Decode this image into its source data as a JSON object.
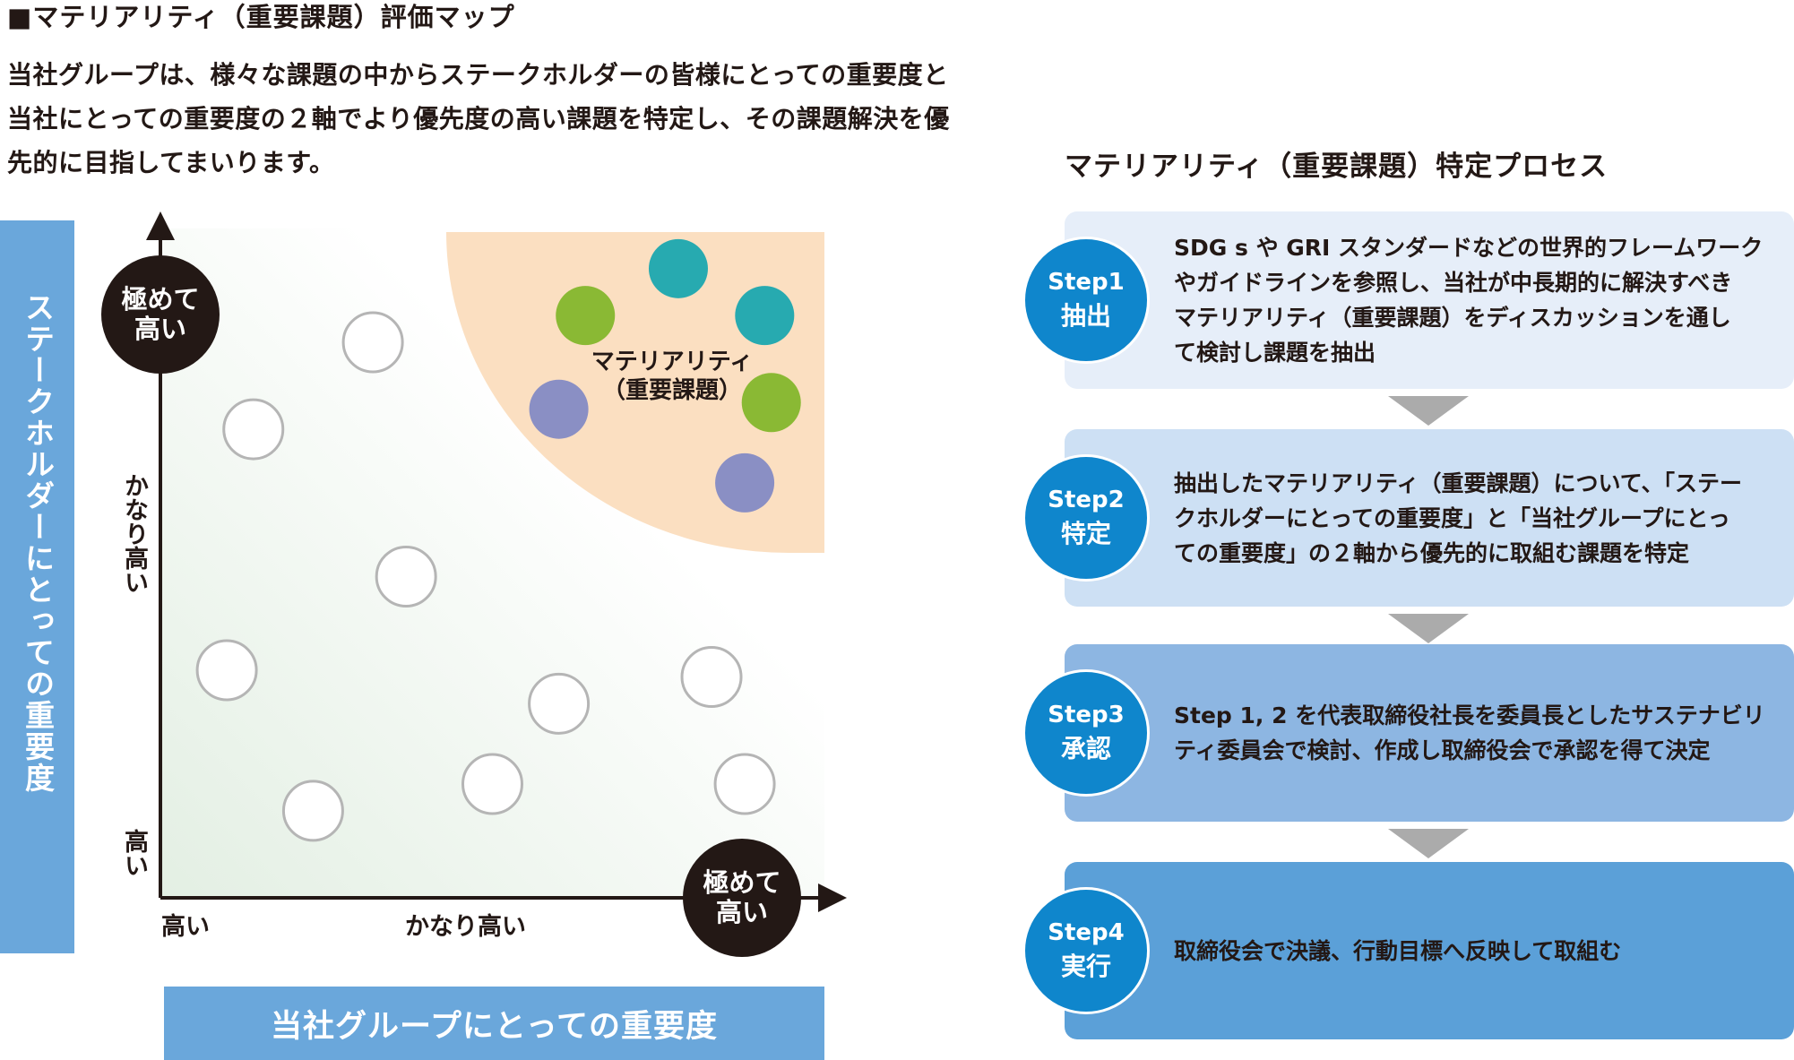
{
  "header": {
    "title": "■マテリアリティ（重要課題）評価マップ",
    "paragraph": [
      "当社グループは、様々な課題の中からステークホルダーの皆様にとっての重要度と",
      "当社にとっての重要度の２軸でより優先度の高い課題を特定し、その課題解決を優",
      "先的に目指してまいります。"
    ]
  },
  "chart_data": {
    "type": "scatter",
    "title": "マテリアリティ（重要課題）評価マップ",
    "xlabel": "当社グループにとっての重要度",
    "ylabel": "ステークホルダーにとっての重要度",
    "x_ticks": [
      "高い",
      "かなり高い"
    ],
    "y_ticks": [
      "高い",
      "かなり高い"
    ],
    "axis_end_label": [
      "極めて",
      "高い"
    ],
    "xlim": [
      0,
      10
    ],
    "ylim": [
      0,
      10
    ],
    "region_label": [
      "マテリアリティ",
      "（重要課題）"
    ],
    "series": [
      {
        "name": "other",
        "color": "#ffffff",
        "points": [
          [
            3.2,
            8.3
          ],
          [
            1.4,
            7.0
          ],
          [
            3.7,
            4.8
          ],
          [
            1.0,
            3.4
          ],
          [
            6.0,
            2.9
          ],
          [
            8.3,
            3.3
          ],
          [
            5.0,
            1.7
          ],
          [
            2.3,
            1.3
          ],
          [
            8.8,
            1.7
          ]
        ]
      },
      {
        "name": "materiality-teal",
        "color": "#27aab0",
        "points": [
          [
            7.8,
            9.4
          ],
          [
            9.1,
            8.7
          ]
        ]
      },
      {
        "name": "materiality-green",
        "color": "#8ab934",
        "points": [
          [
            6.4,
            8.7
          ],
          [
            9.2,
            7.4
          ]
        ]
      },
      {
        "name": "materiality-purple",
        "color": "#8a8fc4",
        "points": [
          [
            6.0,
            7.3
          ],
          [
            8.8,
            6.2
          ]
        ]
      }
    ]
  },
  "process": {
    "title": "マテリアリティ（重要課題）特定プロセス",
    "steps": [
      {
        "step": "Step1",
        "name": "抽出",
        "color": "#e6eef9",
        "lines": [
          "SDG s や GRI スタンダードなどの世界的フレームワーク",
          "やガイドラインを参照し、当社が中長期的に解決すべき",
          "マテリアリティ（重要課題）をディスカッションを通し",
          "て検討し課題を抽出"
        ]
      },
      {
        "step": "Step2",
        "name": "特定",
        "color": "#cde0f4",
        "lines": [
          "抽出したマテリアリティ（重要課題）について、「ステー",
          "クホルダーにとっての重要度」と「当社グループにとっ",
          "ての重要度」の２軸から優先的に取組む課題を特定"
        ]
      },
      {
        "step": "Step3",
        "name": "承認",
        "color": "#8db6e2",
        "lines": [
          "Step 1, 2 を代表取締役社長を委員長としたサステナビリ",
          "ティ委員会で検討、作成し取締役会で承認を得て決定"
        ]
      },
      {
        "step": "Step4",
        "name": "実行",
        "color": "#5ba0d8",
        "lines": [
          "取締役会で決議、行動目標へ反映して取組む"
        ]
      }
    ]
  }
}
